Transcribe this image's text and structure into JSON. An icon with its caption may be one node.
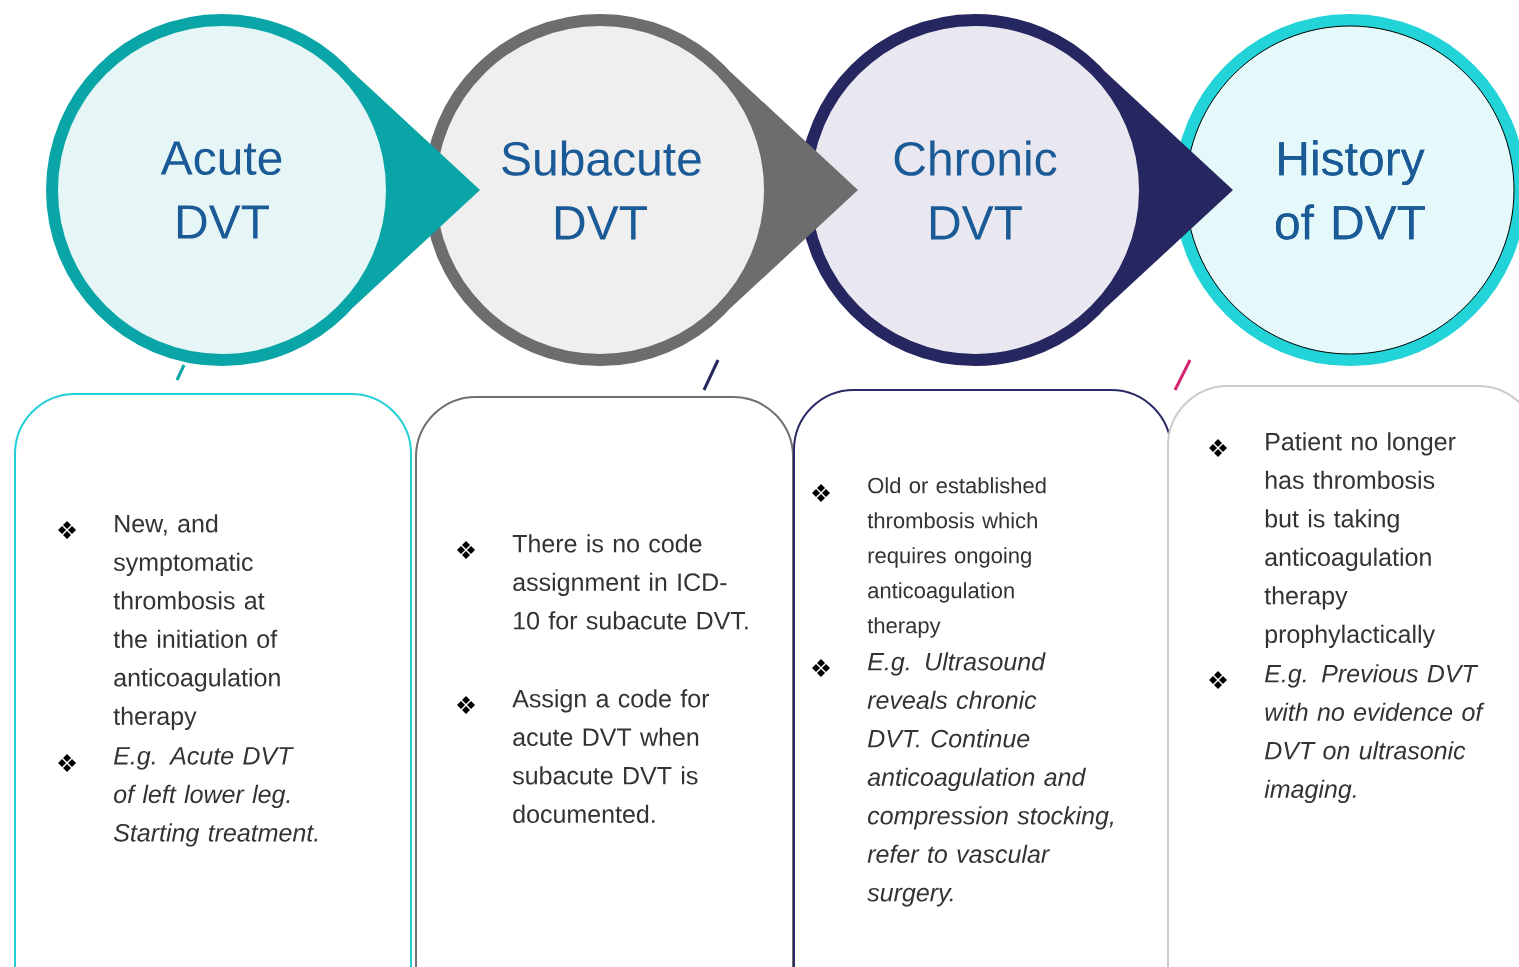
{
  "diagram": {
    "nodes": [
      {
        "text": [
          "Acute DVT"
        ]
      },
      {
        "text": [
          "Subacute DVT"
        ]
      },
      {
        "text": [
          "Chronic DVT"
        ]
      },
      {
        "text": [
          "History of DVT"
        ]
      },
      {
        "text": [
          "New, and symptomatic thrombosis at the initiation of anticoagulation therapy",
          "E.g. Acute DVT of left lower leg. Starting treatment."
        ]
      },
      {
        "text": [
          "There is no code assignment in ICD-10 for subacute DVT.",
          "Assign a code for acute DVT when subacute DVT is documented."
        ]
      },
      {
        "text": [
          "Old or established thrombosis which requires ongoing anticoagulation therapy",
          "E.g.  Ultrasound reveals chronic DVT. Continue anticoagulation and compression stocking, refer to vascular surgery."
        ]
      },
      {
        "text": [
          "Patient no longer has thrombosis but is taking anticoagulation therapy prophylactically",
          "E.g. Previous DVT with no evidence of DVT on ultrasonic imaging."
        ]
      }
    ]
  }
}
